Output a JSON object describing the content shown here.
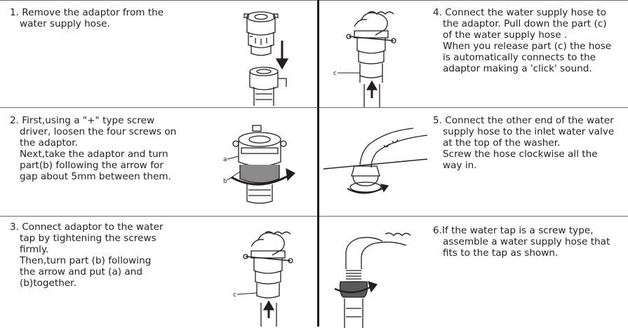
{
  "steps": [
    {
      "lines": [
        "1. Remove the adaptor from the",
        "water supply hose."
      ]
    },
    {
      "lines": [
        "2. First,using a \"+\" type screw",
        "driver, loosen the four screws on",
        "the adaptor.",
        "Next,take the adaptor and turn",
        "part(b) following the  arrow  for",
        "gap about 5mm between them."
      ],
      "labels": [
        "a",
        "b"
      ]
    },
    {
      "lines": [
        "3. Connect adaptor to the water",
        "tap by tightening the screws",
        "firmly.",
        "Then,turn part (b) following",
        "the arrow and put (a) and",
        "(b)together."
      ],
      "labels": [
        "c"
      ]
    },
    {
      "lines": [
        "4. Connect the water supply  hose to",
        "the adaptor. Pull down  the part (c)",
        "of the water supply  hose .",
        "When you release part (c) the hose",
        "is automatically  connects to the",
        "adaptor making a 'click' sound."
      ],
      "labels": [
        "c"
      ]
    },
    {
      "lines": [
        "5. Connect the other end of the water",
        "supply hose to the inlet water valve",
        "at the top of the washer.",
        "Screw the hose clockwise all the",
        "way in."
      ]
    },
    {
      "lines": [
        "6.If the water tap is a screw type,",
        "assemble a water supply hose that",
        "fits to the tap as shown."
      ]
    }
  ],
  "icons": {
    "s1": "adaptor-removal-illustration",
    "s2": "adaptor-screws-illustration",
    "s3": "adaptor-on-tap-illustration",
    "s4": "hose-connect-illustration",
    "s5": "inlet-valve-illustration",
    "s6": "screw-tap-illustration"
  }
}
